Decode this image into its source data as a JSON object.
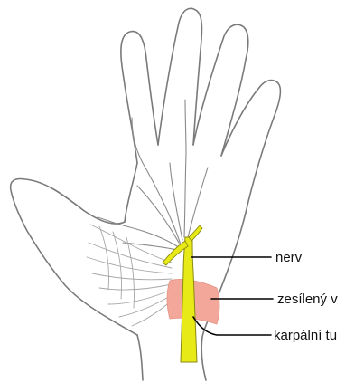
{
  "labels": {
    "nerve": "nerv",
    "thickened": "zesílený v",
    "tunnel": "karpální tu"
  },
  "colors": {
    "outline": "#7a7a7a",
    "nerve_fill": "#e8ea18",
    "nerve_stroke": "#8a8a10",
    "ligament": "#f2a79a",
    "pointer": "#000000",
    "background": "#ffffff"
  }
}
